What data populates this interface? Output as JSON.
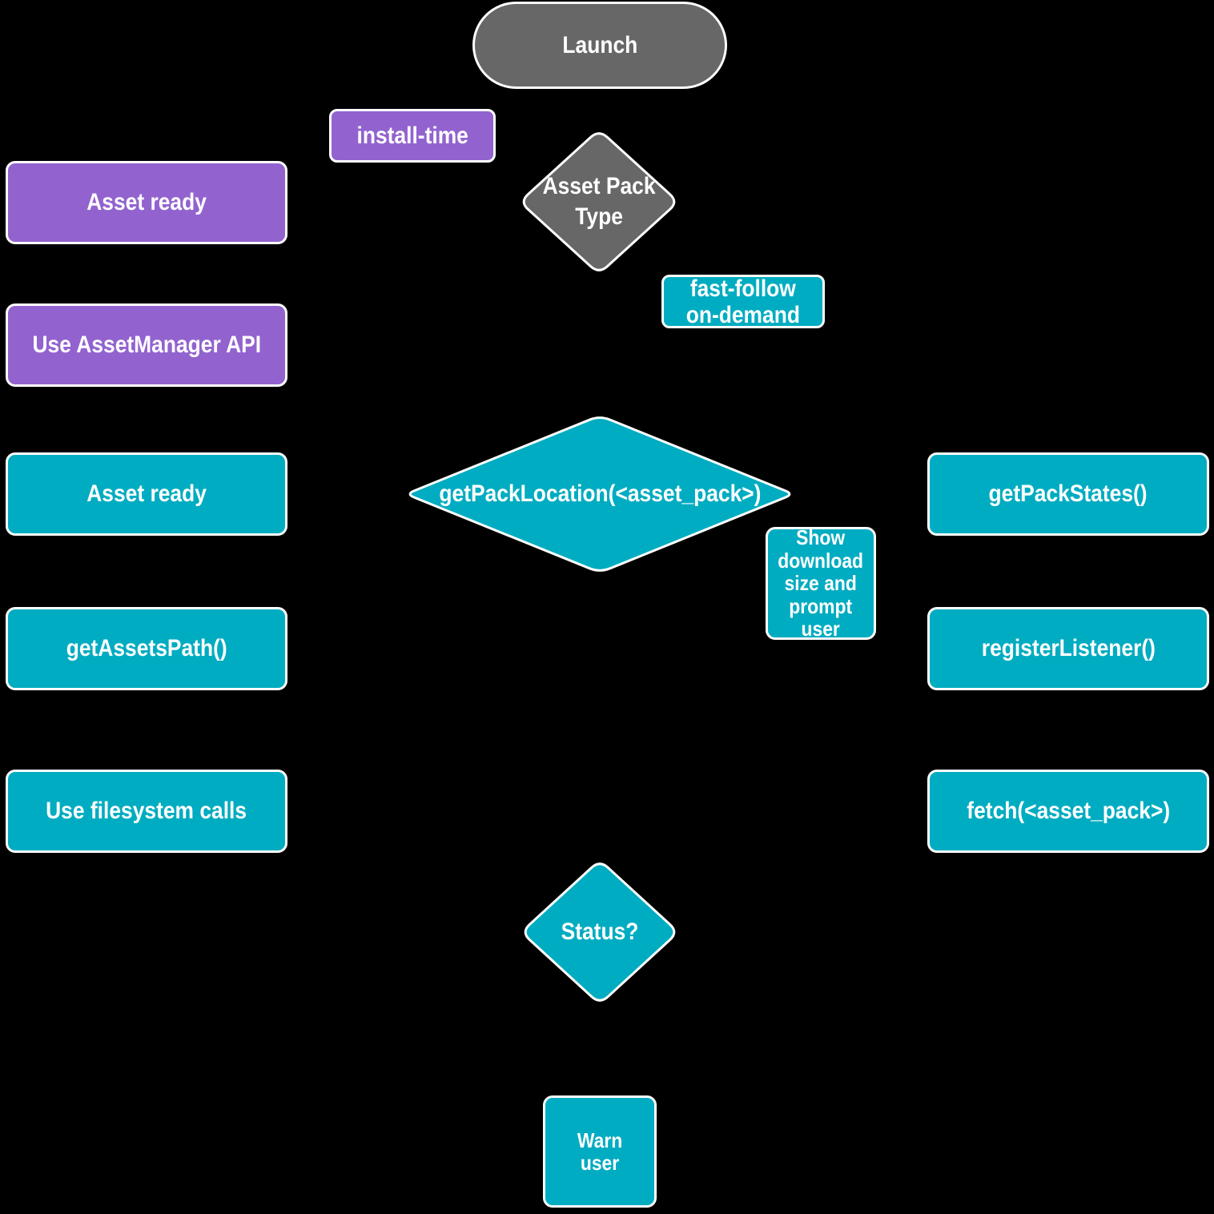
{
  "colors": {
    "background": "#000000",
    "gray": "#676767",
    "purple": "#9263cf",
    "teal": "#00acc1",
    "border": "#ffffff",
    "text": "#ffffff"
  },
  "nodes": {
    "launch": {
      "label": "Launch"
    },
    "install_time": {
      "label": "install-time"
    },
    "asset_pack_type": {
      "label": [
        "Asset Pack",
        "Type"
      ]
    },
    "asset_ready_install": {
      "label": "Asset ready"
    },
    "use_assetmanager_api": {
      "label": "Use AssetManager API"
    },
    "fast_follow_on_demand": {
      "label": [
        "fast-follow",
        "on-demand"
      ]
    },
    "get_pack_location": {
      "label": "getPackLocation(<asset_pack>)"
    },
    "asset_ready_dynamic": {
      "label": "Asset ready"
    },
    "get_assets_path": {
      "label": "getAssetsPath()"
    },
    "use_filesystem_calls": {
      "label": "Use filesystem calls"
    },
    "get_pack_states": {
      "label": "getPackStates()"
    },
    "register_listener": {
      "label": "registerListener()"
    },
    "fetch_asset_pack": {
      "label": "fetch(<asset_pack>)"
    },
    "show_download_size": {
      "label": [
        "Show",
        "download",
        "size and",
        "prompt",
        "user"
      ]
    },
    "status": {
      "label": "Status?"
    },
    "warn_user": {
      "label": [
        "Warn",
        "user"
      ]
    }
  }
}
